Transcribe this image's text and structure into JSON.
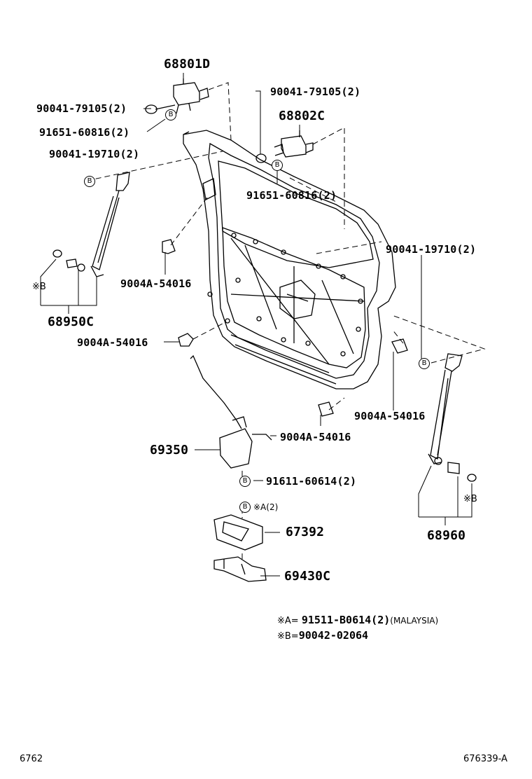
{
  "parts": {
    "p68801D": "68801D",
    "p90041_79105_left": "90041-79105(2)",
    "p91651_60816_left": "91651-60816(2)",
    "p90041_19710_left": "90041-19710(2)",
    "p90041_79105_right": "90041-79105(2)",
    "p68802C": "68802C",
    "p91651_60816_right": "91651-60816(2)",
    "p90041_19710_right": "90041-19710(2)",
    "p9004A_54016_a": "9004A-54016",
    "p9004A_54016_b": "9004A-54016",
    "p9004A_54016_c": "9004A-54016",
    "p9004A_54016_d": "9004A-54016",
    "p68950C": "68950C",
    "p69350": "69350",
    "p91611_60614": "91611-60614(2)",
    "p67392": "67392",
    "p69430C": "69430C",
    "p68960": "68960"
  },
  "markers": {
    "b": "B",
    "xb_left": "※B",
    "xb_right": "※B",
    "xa2": "※A(2)"
  },
  "notes": {
    "a_prefix": "※A=",
    "a_part": "91511-B0614(2)",
    "a_suffix": "(MALAYSIA)",
    "b_prefix": "※B=",
    "b_part": "90042-02064"
  },
  "footer": {
    "left_code": "6762",
    "right_code": "676339-A"
  }
}
